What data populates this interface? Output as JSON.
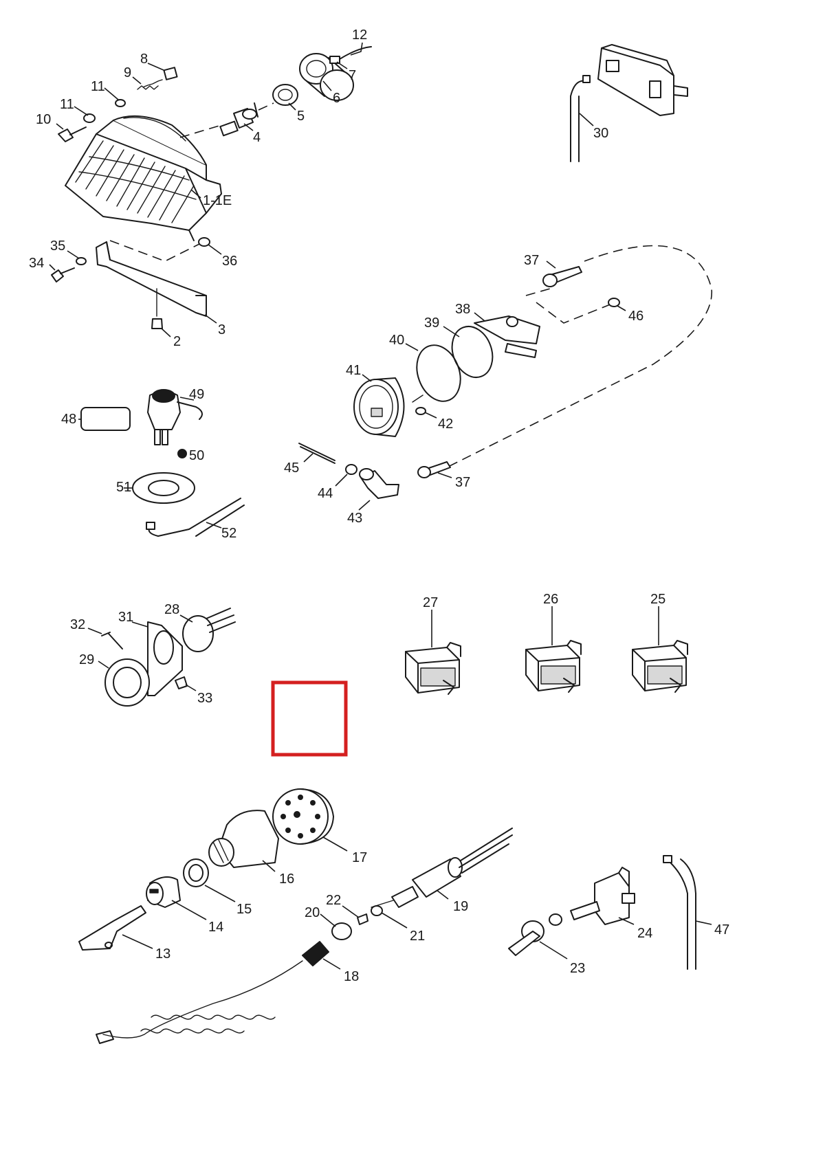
{
  "diagram": {
    "callouts": [
      {
        "key": "c12",
        "text": "12"
      },
      {
        "key": "c8",
        "text": "8"
      },
      {
        "key": "c9",
        "text": "9"
      },
      {
        "key": "c7",
        "text": "7"
      },
      {
        "key": "c11a",
        "text": "11"
      },
      {
        "key": "c11b",
        "text": "11"
      },
      {
        "key": "c10",
        "text": "10"
      },
      {
        "key": "c6",
        "text": "6"
      },
      {
        "key": "c5",
        "text": "5"
      },
      {
        "key": "c4",
        "text": "4"
      },
      {
        "key": "c1",
        "text": "1-1E"
      },
      {
        "key": "c30",
        "text": "30"
      },
      {
        "key": "c35",
        "text": "35"
      },
      {
        "key": "c34",
        "text": "34"
      },
      {
        "key": "c36",
        "text": "36"
      },
      {
        "key": "c3",
        "text": "3"
      },
      {
        "key": "c2",
        "text": "2"
      },
      {
        "key": "c37a",
        "text": "37"
      },
      {
        "key": "c38",
        "text": "38"
      },
      {
        "key": "c39",
        "text": "39"
      },
      {
        "key": "c46",
        "text": "46"
      },
      {
        "key": "c40",
        "text": "40"
      },
      {
        "key": "c41",
        "text": "41"
      },
      {
        "key": "c42",
        "text": "42"
      },
      {
        "key": "c49",
        "text": "49"
      },
      {
        "key": "c48",
        "text": "48"
      },
      {
        "key": "c50",
        "text": "50"
      },
      {
        "key": "c51",
        "text": "51"
      },
      {
        "key": "c52",
        "text": "52"
      },
      {
        "key": "c45",
        "text": "45"
      },
      {
        "key": "c44",
        "text": "44"
      },
      {
        "key": "c43",
        "text": "43"
      },
      {
        "key": "c37b",
        "text": "37"
      },
      {
        "key": "c27",
        "text": "27"
      },
      {
        "key": "c26",
        "text": "26"
      },
      {
        "key": "c25",
        "text": "25"
      },
      {
        "key": "c32",
        "text": "32"
      },
      {
        "key": "c31",
        "text": "31"
      },
      {
        "key": "c28",
        "text": "28"
      },
      {
        "key": "c29",
        "text": "29"
      },
      {
        "key": "c33",
        "text": "33"
      },
      {
        "key": "c17",
        "text": "17"
      },
      {
        "key": "c16",
        "text": "16"
      },
      {
        "key": "c15",
        "text": "15"
      },
      {
        "key": "c14",
        "text": "14"
      },
      {
        "key": "c13",
        "text": "13"
      },
      {
        "key": "c22",
        "text": "22"
      },
      {
        "key": "c20",
        "text": "20"
      },
      {
        "key": "c19",
        "text": "19"
      },
      {
        "key": "c21",
        "text": "21"
      },
      {
        "key": "c18",
        "text": "18"
      },
      {
        "key": "c24",
        "text": "24"
      },
      {
        "key": "c23",
        "text": "23"
      },
      {
        "key": "c47",
        "text": "47"
      }
    ],
    "highlight_color": "#d42020"
  }
}
